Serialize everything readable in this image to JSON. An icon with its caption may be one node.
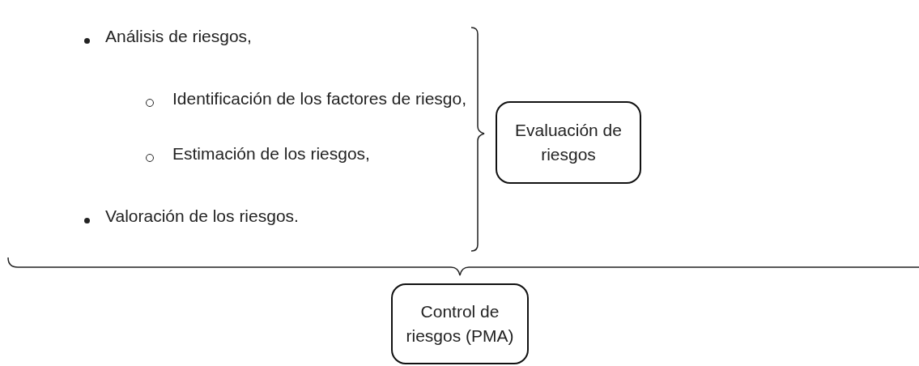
{
  "diagram": {
    "nodes": [
      {
        "text": [
          "Evaluación de riesgos"
        ]
      },
      {
        "text": [
          "Control de riesgos (PMA)"
        ]
      }
    ],
    "edges": [],
    "labels": [
      "Análisis de riesgos,",
      "Identificación de los factores de riesgo,",
      "Estimación de los riesgos,",
      "Valoración de los riesgos."
    ]
  }
}
